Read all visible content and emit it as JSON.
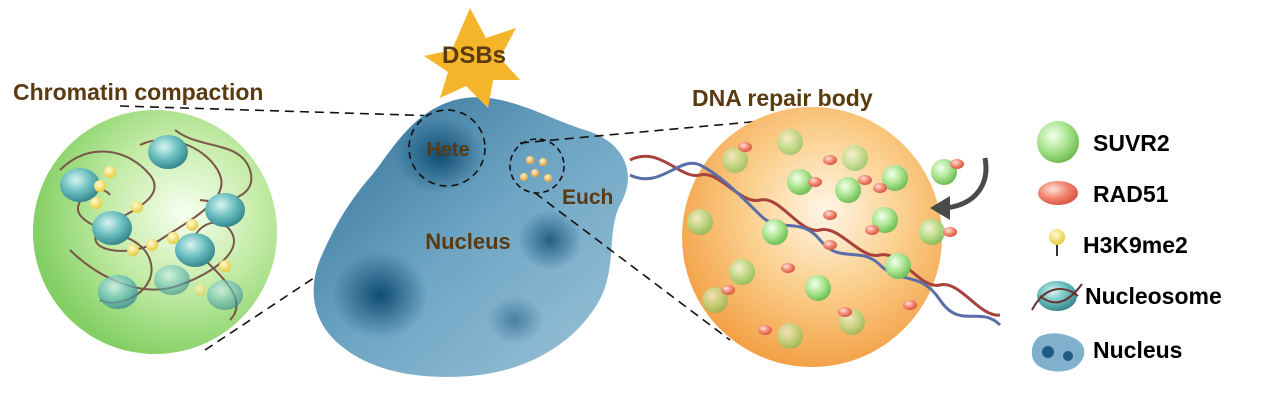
{
  "labels": {
    "dsbs": "DSBs",
    "chromatin_compaction": "Chromatin compaction",
    "dna_repair_body": "DNA repair body",
    "hete": "Hete",
    "euch": "Euch",
    "nucleus": "Nucleus"
  },
  "legend": [
    {
      "icon": "suvr2-icon",
      "label": "SUVR2"
    },
    {
      "icon": "rad51-icon",
      "label": "RAD51"
    },
    {
      "icon": "h3k9me2-icon",
      "label": "H3K9me2"
    },
    {
      "icon": "nucleosome-icon",
      "label": "Nucleosome"
    },
    {
      "icon": "nucleus-icon",
      "label": "Nucleus"
    }
  ],
  "colors": {
    "label_brown": "#5a3a10",
    "nucleus_blue": "#3f7fa3",
    "chromatin_green": "#9fdc86",
    "repair_orange": "#f7b15a",
    "suvr2_green": "#9ee07f",
    "rad51_red": "#f0735e",
    "h3k9me2_yellow": "#f4e05a",
    "star_orange": "#f5b52a",
    "dna_red": "#a8423c",
    "dna_blue": "#5a6fa8"
  }
}
